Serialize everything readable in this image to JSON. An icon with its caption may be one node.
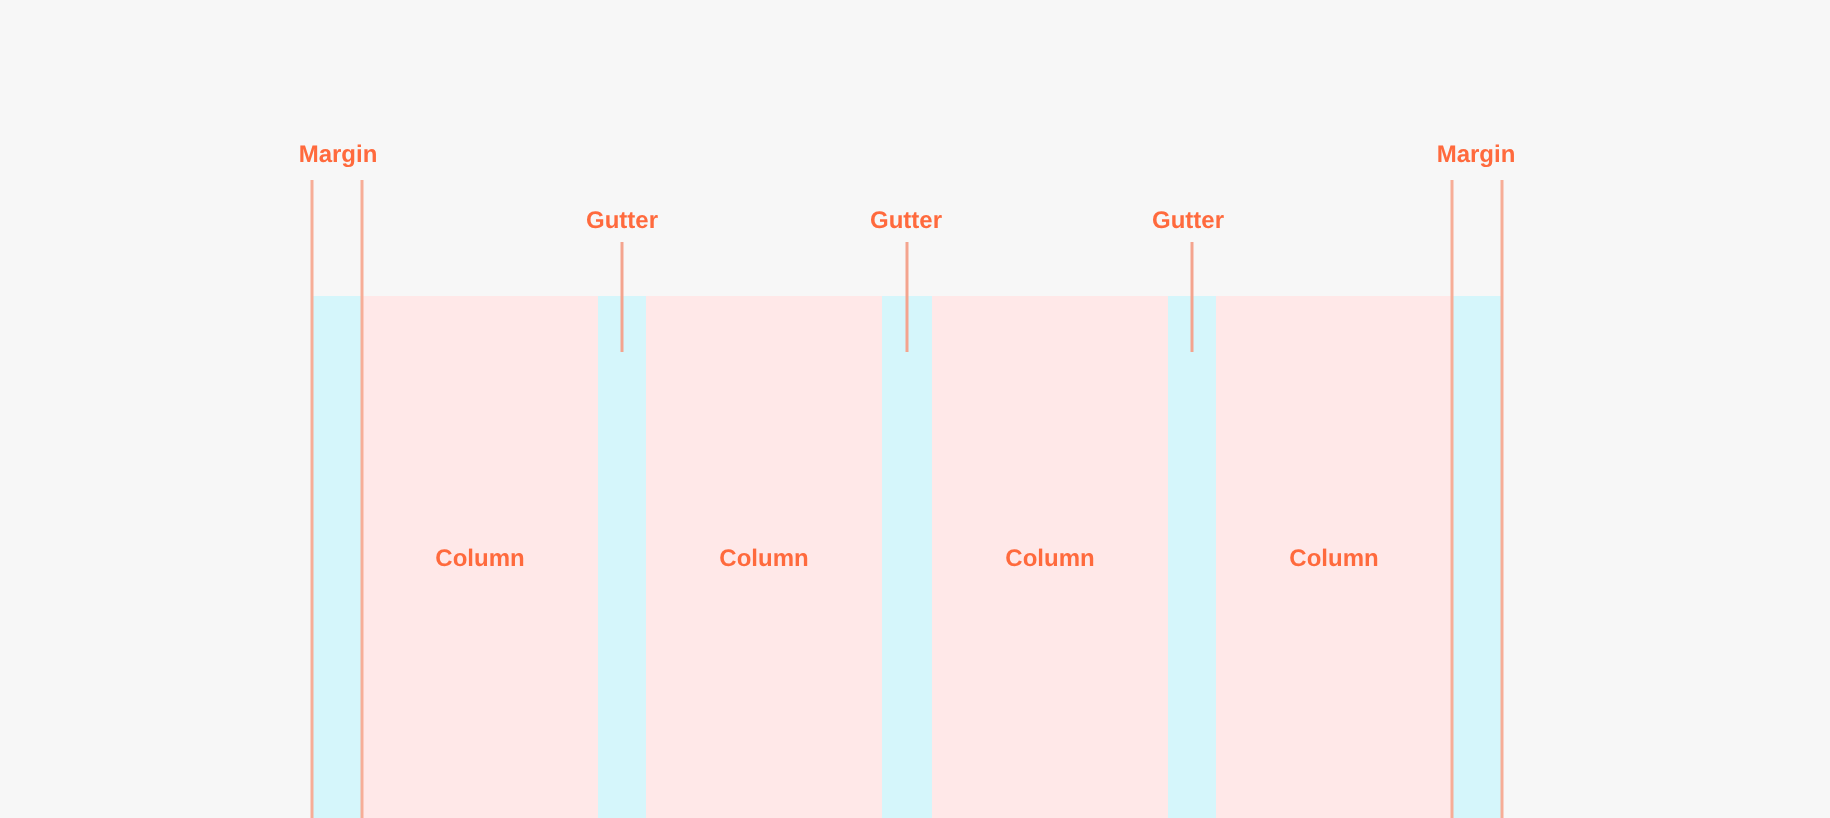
{
  "diagram": {
    "nodes": [
      {
        "text": [
          "Gutter"
        ]
      },
      {
        "text": [
          "Gutter"
        ]
      },
      {
        "text": [
          "Gutter"
        ]
      },
      {
        "text": [],
        "shape": "bar"
      },
      {
        "text": [
          "Column"
        ]
      },
      {
        "text": [],
        "shape": "bar"
      },
      {
        "text": [
          "Column"
        ]
      },
      {
        "text": [],
        "shape": "bar"
      },
      {
        "text": [
          "Column"
        ]
      },
      {
        "text": [],
        "shape": "bar"
      },
      {
        "text": [
          "Column"
        ]
      },
      {
        "text": [],
        "shape": "bar"
      }
    ],
    "edges": [
      {
        "from": 0,
        "to": 5,
        "arrow": "none"
      },
      {
        "from": 1,
        "to": 7,
        "arrow": "none"
      },
      {
        "from": 2,
        "to": 9,
        "arrow": "none"
      }
    ],
    "labels": [
      "Margin",
      "Margin"
    ]
  }
}
